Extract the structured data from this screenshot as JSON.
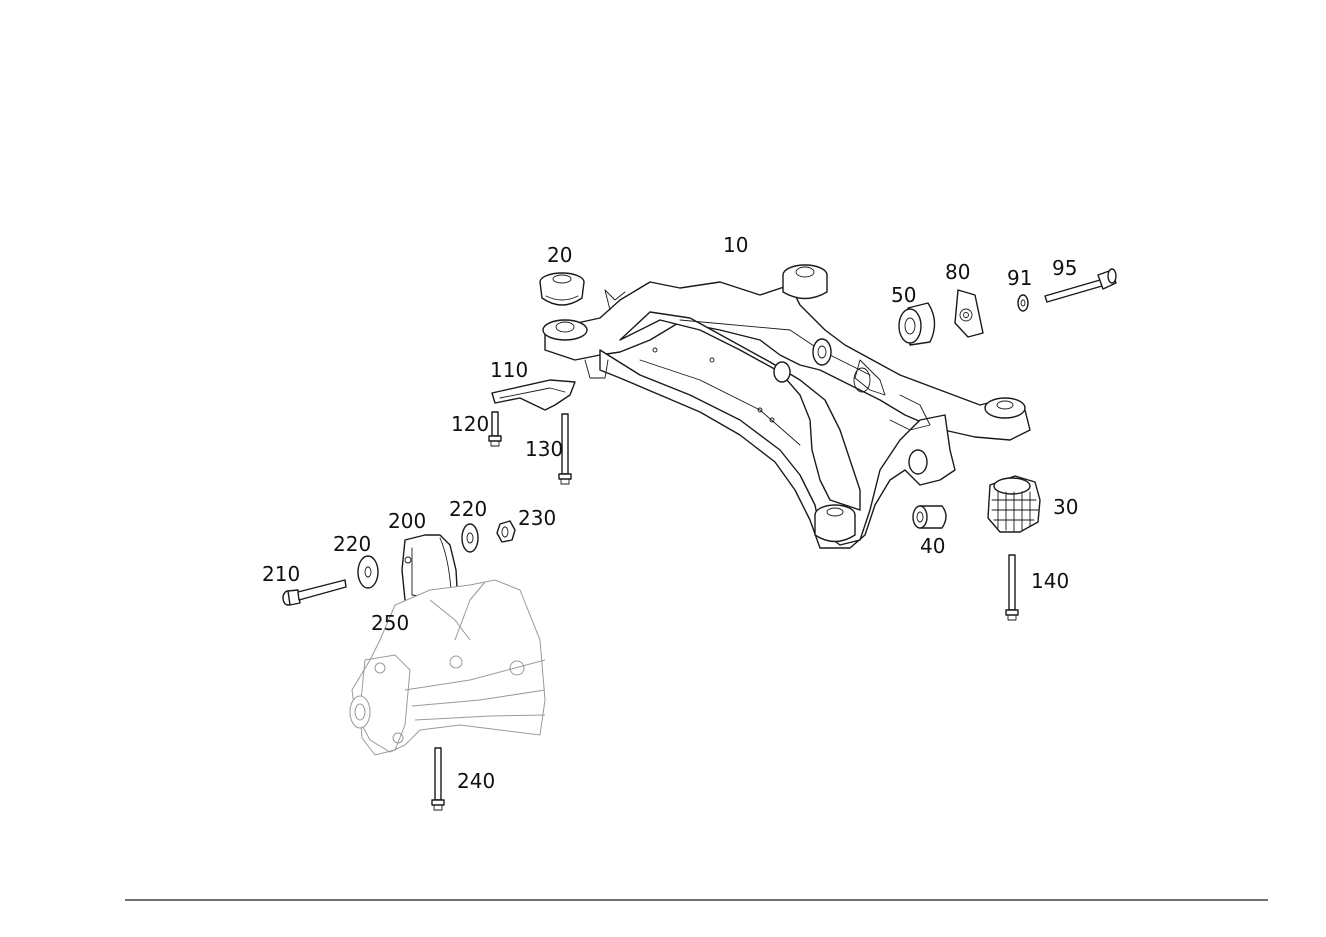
{
  "parts": [
    {
      "number": "10"
    },
    {
      "number": "20"
    },
    {
      "number": "30"
    },
    {
      "number": "40"
    },
    {
      "number": "50"
    },
    {
      "number": "80"
    },
    {
      "number": "91"
    },
    {
      "number": "95"
    },
    {
      "number": "110"
    },
    {
      "number": "120"
    },
    {
      "number": "130"
    },
    {
      "number": "140"
    },
    {
      "number": "200"
    },
    {
      "number": "210"
    },
    {
      "number": "220"
    },
    {
      "number": "220"
    },
    {
      "number": "230"
    },
    {
      "number": "240"
    },
    {
      "number": "250"
    }
  ]
}
